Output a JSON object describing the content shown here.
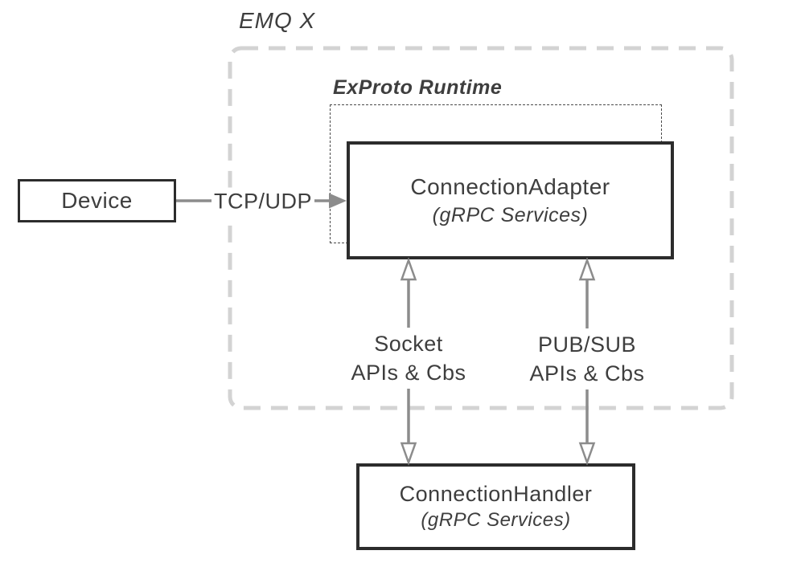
{
  "groups": {
    "emqx": {
      "label": "EMQ X"
    },
    "exproto": {
      "label": "ExProto Runtime"
    }
  },
  "nodes": {
    "device": {
      "label": "Device"
    },
    "adapter": {
      "title": "ConnectionAdapter",
      "subtitle": "(gRPC Services)"
    },
    "handler": {
      "title": "ConnectionHandler",
      "subtitle": "(gRPC Services)"
    }
  },
  "edges": {
    "tcp": {
      "label": "TCP/UDP",
      "direction": "right"
    },
    "socket": {
      "line1": "Socket",
      "line2": "APIs & Cbs",
      "direction": "both"
    },
    "pubsub": {
      "line1": "PUB/SUB",
      "line2": "APIs & Cbs",
      "direction": "both"
    }
  },
  "colors": {
    "background": "#ffffff",
    "box_border": "#2c2c2c",
    "text": "#3e3e3e",
    "arrow": "#8c8c8c",
    "outer_dash": "#d3d3d3",
    "inner_dash": "#4a4a4a"
  }
}
